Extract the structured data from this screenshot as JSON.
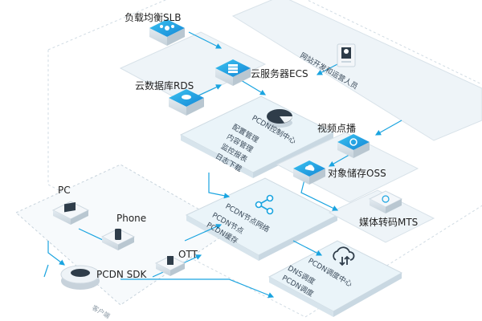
{
  "nodes": {
    "slb": "负载均衡SLB",
    "ecs": "云服务器ECS",
    "rds": "云数据库RDS",
    "vod": "视频点播",
    "oss": "对象储存OSS",
    "mts": "媒体转码MTS",
    "pc": "PC",
    "phone": "Phone",
    "ott": "OTT",
    "sdk": "PCDN SDK"
  },
  "panels": {
    "site_admin": "网站开发和运营人员",
    "control_center": {
      "title": "PCDN控制中心",
      "items": [
        "配置管理",
        "内容管理",
        "监控报表",
        "日志下载"
      ]
    },
    "node_network": {
      "title": "PCDN节点网络",
      "items": [
        "PCDN节点",
        "PCDN缓存"
      ]
    },
    "scheduling_center": {
      "title": "PCDN调度中心",
      "items": [
        "DNS调度",
        "PCDN调度"
      ]
    },
    "client_side": "客户端"
  },
  "colors": {
    "accent": "#1aa4e0",
    "accent_dark": "#0e7fc0",
    "panel_fill": "#eaf4f9",
    "panel_stroke": "#cfdbe3",
    "dash": "#c7d3dc"
  }
}
